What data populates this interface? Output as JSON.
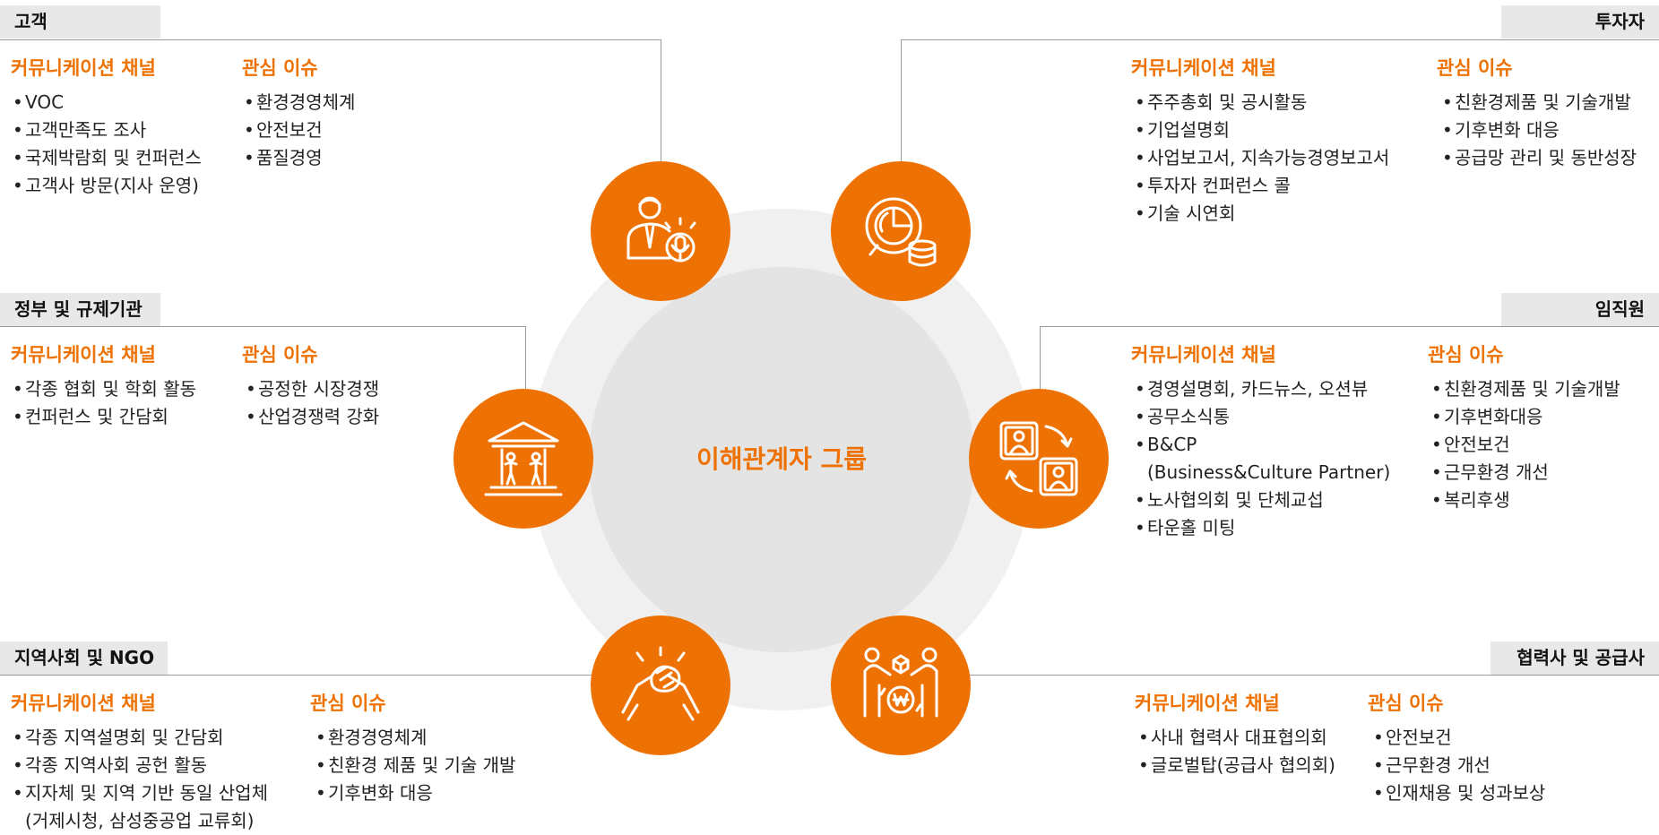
{
  "diagram": {
    "center_label": "이해관계자 그룹",
    "comm_label": "커뮤니케이션 채널",
    "issue_label": "관심 이슈"
  },
  "groups": {
    "customer": {
      "name": "고객",
      "icon": "customer-microphone-icon",
      "channels": [
        "VOC",
        "고객만족도 조사",
        "국제박람회 및 컨퍼런스",
        "고객사 방문(지사 운영)"
      ],
      "issues": [
        "환경경영체계",
        "안전보건",
        "품질경영"
      ]
    },
    "investor": {
      "name": "투자자",
      "icon": "chart-coins-icon",
      "channels": [
        "주주총회 및 공시활동",
        "기업설명회",
        "사업보고서, 지속가능경영보고서",
        "투자자 컨퍼런스 콜",
        "기술 시연회"
      ],
      "issues": [
        "친환경제품 및 기술개발",
        "기후변화 대응",
        "공급망 관리 및 동반성장"
      ]
    },
    "government": {
      "name": "정부 및 규제기관",
      "icon": "government-building-icon",
      "channels": [
        "각종 협회 및 학회 활동",
        "컨퍼런스 및 간담회"
      ],
      "issues": [
        "공정한 시장경쟁",
        "산업경쟁력 강화"
      ]
    },
    "employee": {
      "name": "임직원",
      "icon": "employee-exchange-icon",
      "channels": [
        "경영설명회, 카드뉴스, 오션뷰",
        "공무소식통",
        "B&CP",
        "(Business&Culture Partner)",
        "노사협의회 및 단체교섭",
        "타운홀 미팅"
      ],
      "issues": [
        "친환경제품 및 기술개발",
        "기후변화대응",
        "안전보건",
        "근무환경 개선",
        "복리후생"
      ]
    },
    "community": {
      "name": "지역사회 및 NGO",
      "icon": "handshake-icon",
      "channels": [
        "각종 지역설명회 및 간담회",
        "각종 지역사회 공헌 활동",
        "지자체 및 지역 기반 동일 산업체",
        "(거제시청, 삼성중공업 교류회)"
      ],
      "issues": [
        "환경경영체계",
        "친환경 제품 및 기술 개발",
        "기후변화 대응"
      ]
    },
    "supplier": {
      "name": "협력사 및 공급사",
      "icon": "supplier-trade-icon",
      "channels": [
        "사내 협력사 대표협의회",
        "글로벌탑(공급사 협의회)"
      ],
      "issues": [
        "안전보건",
        "근무환경 개선",
        "인재채용 및 성과보상"
      ]
    }
  },
  "colors": {
    "accent": "#ee7203",
    "tag_bg": "#e8e8e8",
    "ring": "#f0f0f0",
    "core": "#e4e4e4"
  }
}
